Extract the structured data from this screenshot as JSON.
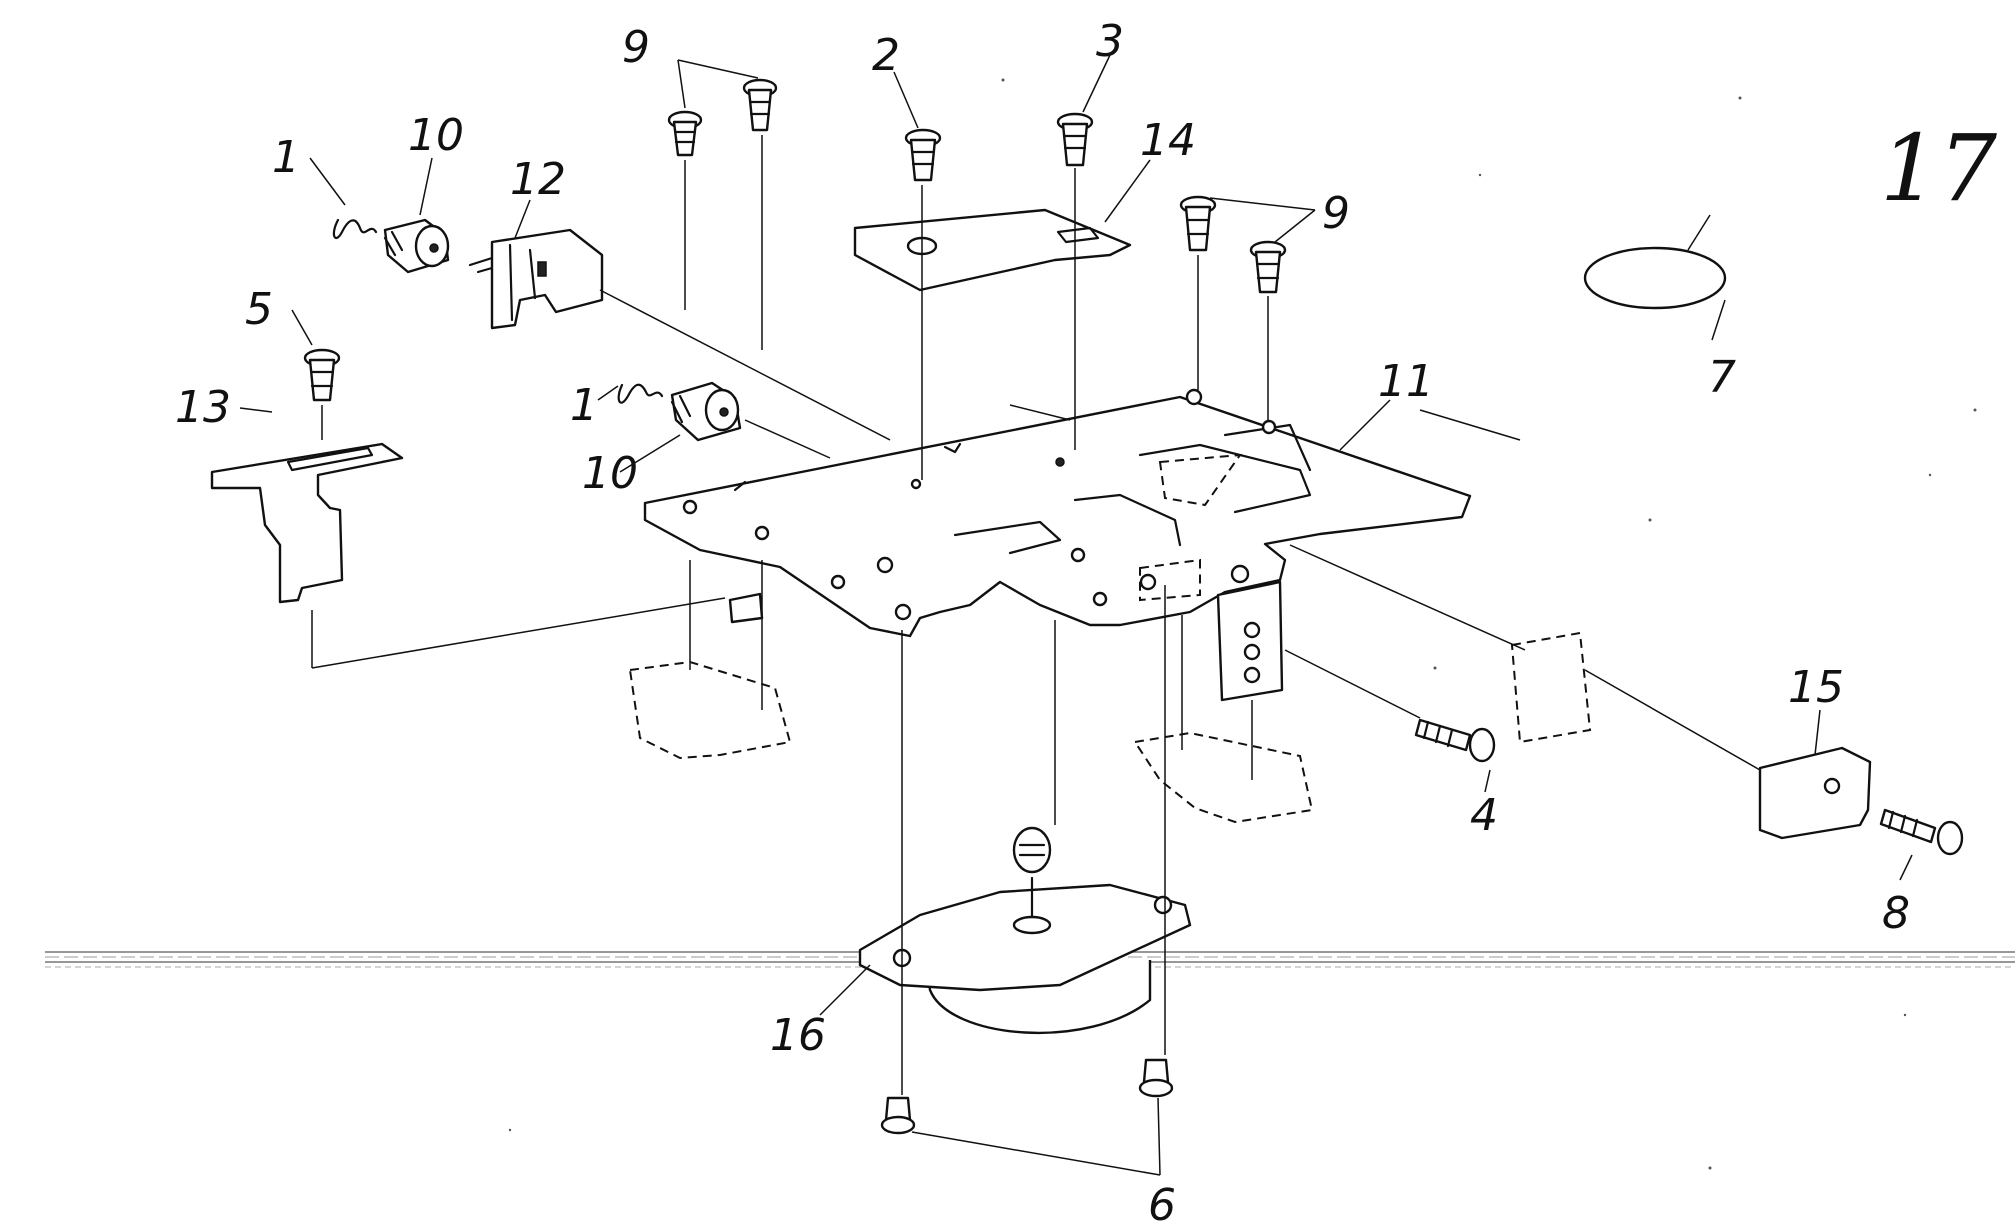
{
  "figure": {
    "number": "17"
  },
  "callouts": {
    "c1a": "1",
    "c1b": "1",
    "c2": "2",
    "c3": "3",
    "c4": "4",
    "c5": "5",
    "c6": "6",
    "c7": "7",
    "c8": "8",
    "c9a": "9",
    "c9b": "9",
    "c10a": "10",
    "c10b": "10",
    "c11": "11",
    "c12": "12",
    "c13": "13",
    "c14": "14",
    "c15": "15",
    "c16": "16"
  }
}
